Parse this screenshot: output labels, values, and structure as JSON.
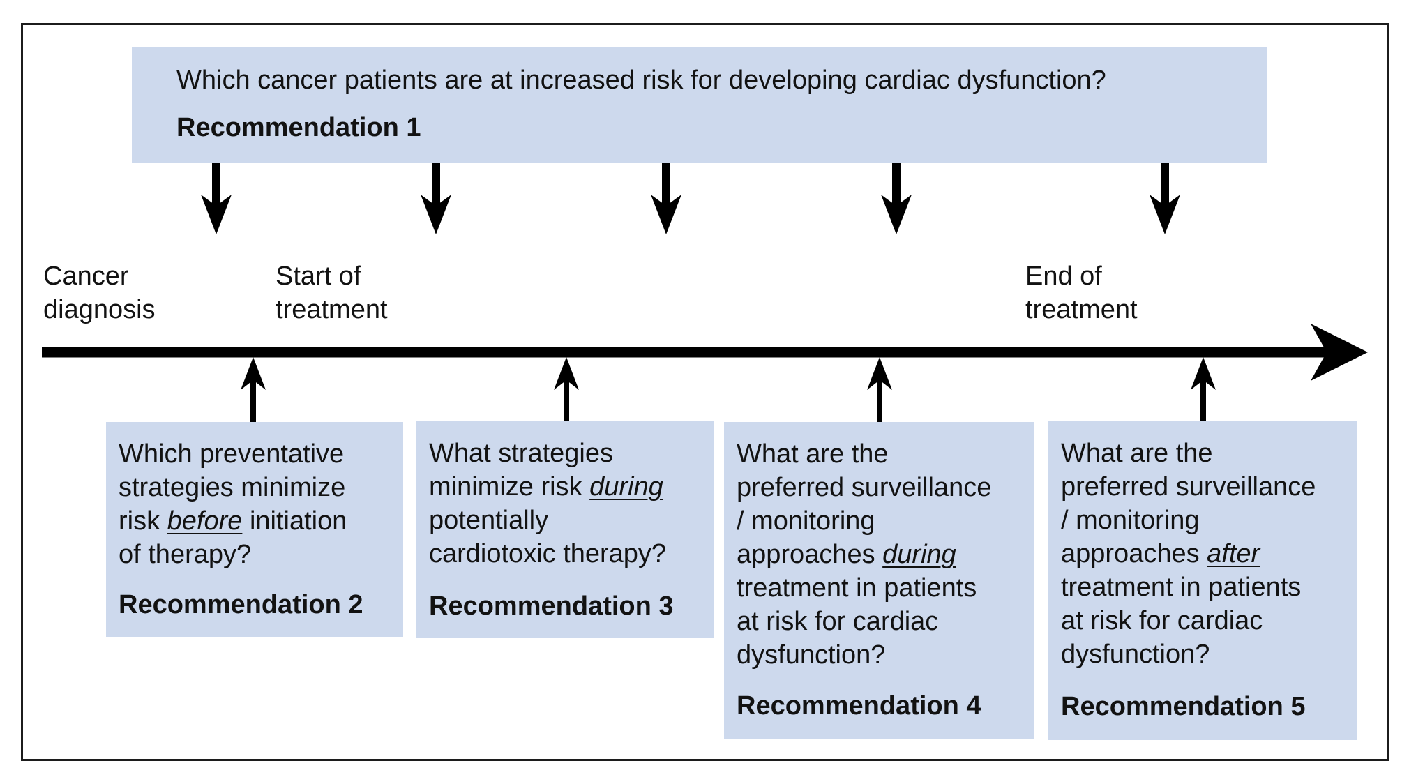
{
  "figure": {
    "title_box": {
      "question": "Which cancer patients are at increased risk for developing cardiac dysfunction?",
      "label": "Recommendation 1"
    },
    "timeline": {
      "milestones": [
        "Cancer\ndiagnosis",
        "Start of\ntreatment",
        "End of\ntreatment"
      ]
    },
    "bottom_boxes": [
      {
        "segments": [
          {
            "t": "Which preventative\nstrategies minimize\nrisk "
          },
          {
            "t": "before",
            "em": true
          },
          {
            "t": " initiation\nof therapy?"
          }
        ],
        "label": "Recommendation 2"
      },
      {
        "segments": [
          {
            "t": "What strategies\nminimize risk "
          },
          {
            "t": "during",
            "em": true
          },
          {
            "t": "\npotentially\ncardiotoxic therapy?"
          }
        ],
        "label": "Recommendation 3"
      },
      {
        "segments": [
          {
            "t": "What are the\npreferred surveillance\n/ monitoring\napproaches "
          },
          {
            "t": "during",
            "em": true
          },
          {
            "t": "\ntreatment in patients\nat risk for cardiac\ndysfunction?"
          }
        ],
        "label": "Recommendation 4"
      },
      {
        "segments": [
          {
            "t": "What are the\npreferred surveillance\n/ monitoring\napproaches "
          },
          {
            "t": "after",
            "em": true
          },
          {
            "t": "\ntreatment in patients\nat risk for cardiac\ndysfunction?"
          }
        ],
        "label": "Recommendation 5"
      }
    ],
    "colors": {
      "box_fill": "#cdd9ed",
      "text": "#121212",
      "arrow": "#000000",
      "frame_border": "#1c1c1c"
    }
  }
}
